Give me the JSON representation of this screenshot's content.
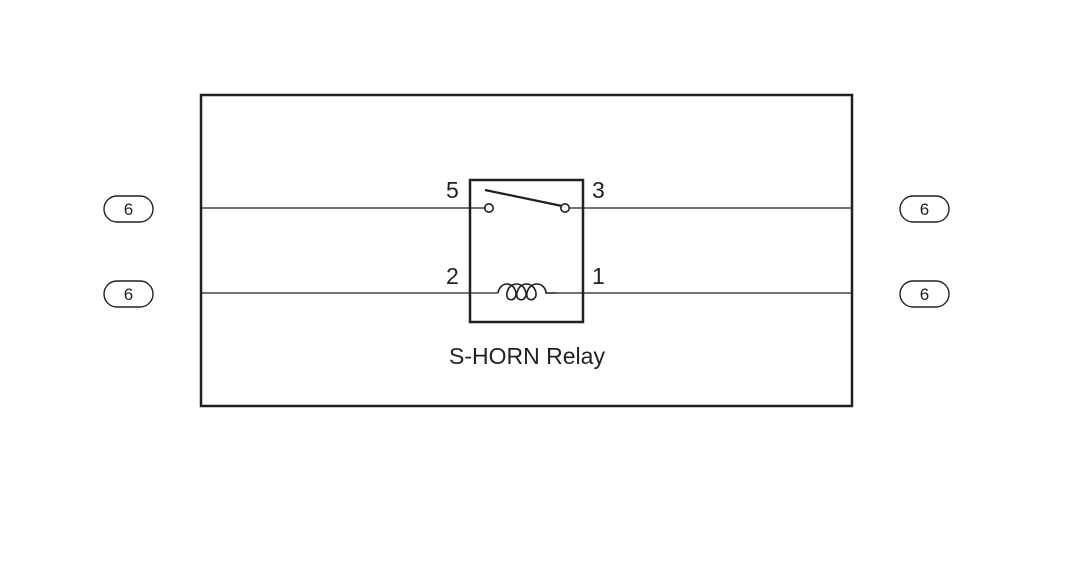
{
  "relay": {
    "label": "S-HORN Relay",
    "pins": {
      "switch_left": "5",
      "switch_right": "3",
      "coil_left": "2",
      "coil_right": "1"
    }
  },
  "connectors": {
    "left_top": "6",
    "left_bottom": "6",
    "right_top": "6",
    "right_bottom": "6"
  },
  "colors": {
    "line": "#231f20",
    "background": "#ffffff"
  }
}
